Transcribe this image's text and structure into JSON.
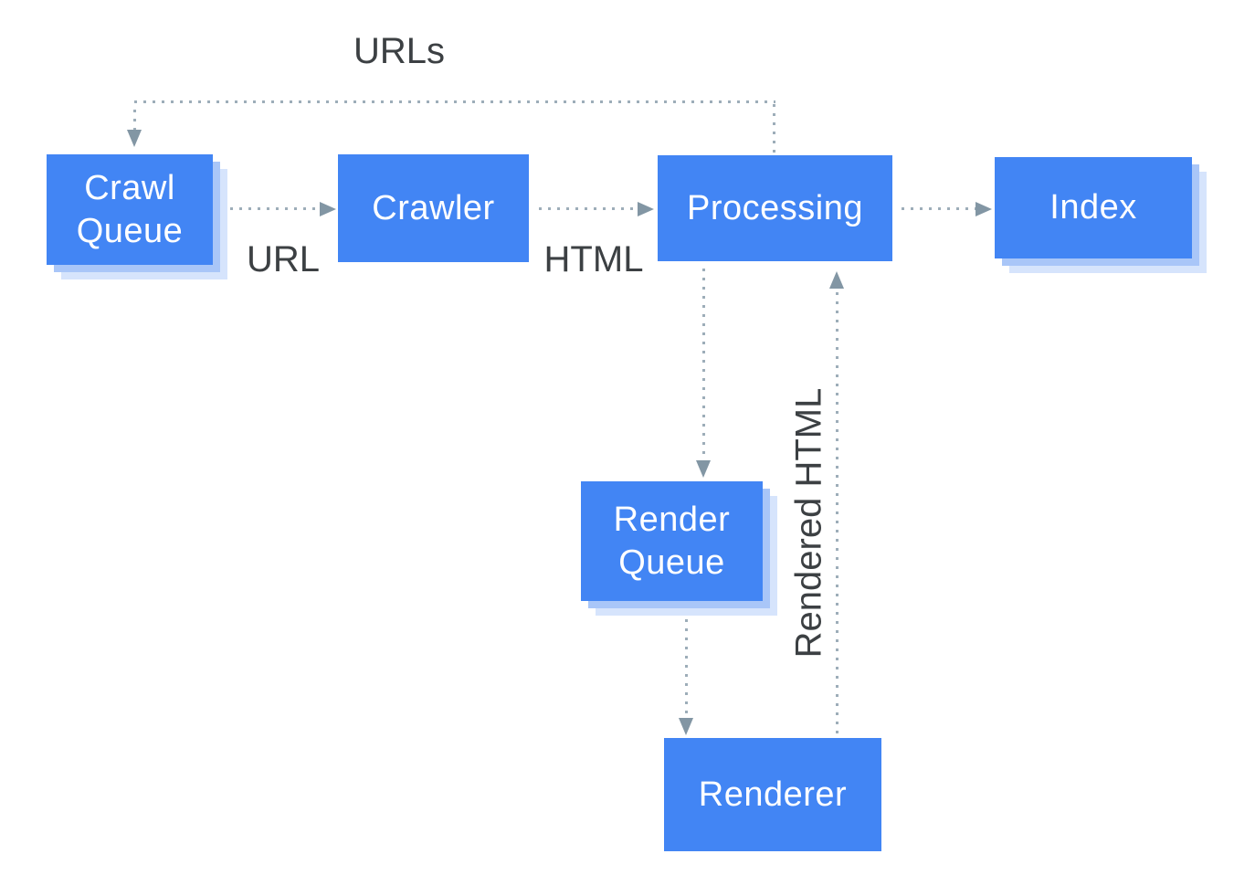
{
  "nodes": [
    {
      "id": "crawl-queue",
      "label": "Crawl Queue",
      "shadowed": true
    },
    {
      "id": "crawler",
      "label": "Crawler",
      "shadowed": false
    },
    {
      "id": "processing",
      "label": "Processing",
      "shadowed": false
    },
    {
      "id": "index",
      "label": "Index",
      "shadowed": true
    },
    {
      "id": "render-queue",
      "label": "Render Queue",
      "shadowed": true
    },
    {
      "id": "renderer",
      "label": "Renderer",
      "shadowed": false
    }
  ],
  "edge_labels": {
    "urls": "URLs",
    "url": "URL",
    "html": "HTML",
    "rendered_html": "Rendered HTML"
  },
  "edges": [
    {
      "from": "processing",
      "to": "crawl-queue",
      "label": "URLs",
      "style": "dotted"
    },
    {
      "from": "crawl-queue",
      "to": "crawler",
      "label": "URL",
      "style": "dotted"
    },
    {
      "from": "crawler",
      "to": "processing",
      "label": "HTML",
      "style": "dotted"
    },
    {
      "from": "processing",
      "to": "index",
      "label": "",
      "style": "dotted"
    },
    {
      "from": "processing",
      "to": "render-queue",
      "label": "",
      "style": "dotted"
    },
    {
      "from": "render-queue",
      "to": "renderer",
      "label": "",
      "style": "dotted"
    },
    {
      "from": "renderer",
      "to": "processing",
      "label": "Rendered HTML",
      "style": "dotted"
    }
  ],
  "colors": {
    "background": "#FFFFFF",
    "node_fill": "#4285F4",
    "node_text": "#FFFFFF",
    "shadow_inner": "#A9C6F8",
    "shadow_outer": "#D6E4FC",
    "connector_dot": "#9DADB9",
    "arrowhead": "#8296A4",
    "label_text": "#3C4043"
  }
}
